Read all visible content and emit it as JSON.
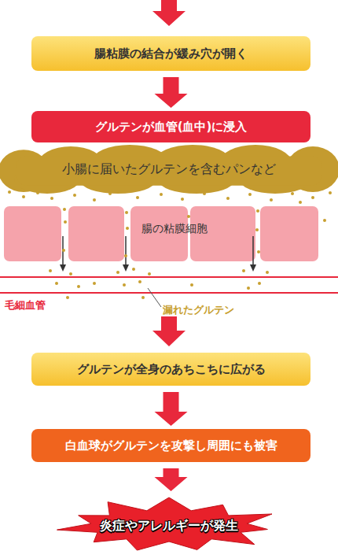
{
  "diagram": {
    "nodes": [
      {
        "text": [
          "腸粘膜の結合が緩み穴が開く"
        ]
      },
      {
        "text": [
          "グルテンが血管(血中)に浸入"
        ]
      },
      {
        "text": [
          "小腸に届いたグルテンを含むパンなど"
        ]
      },
      {
        "text": [
          "グルテンが全身のあちこちに広がる"
        ]
      },
      {
        "text": [
          "白血球がグルテンを攻撃し周囲にも被害"
        ]
      },
      {
        "text": [
          "炎症やアレルギーが発生"
        ]
      }
    ],
    "edges": [
      {
        "from": 0,
        "to": 1,
        "arrow": "to"
      },
      {
        "from": 3,
        "to": 4,
        "arrow": "to"
      },
      {
        "from": 4,
        "to": 5,
        "arrow": "to"
      }
    ],
    "labels": [
      "腸の粘膜細胞",
      "毛細血管",
      "漏れたグルテン"
    ]
  }
}
